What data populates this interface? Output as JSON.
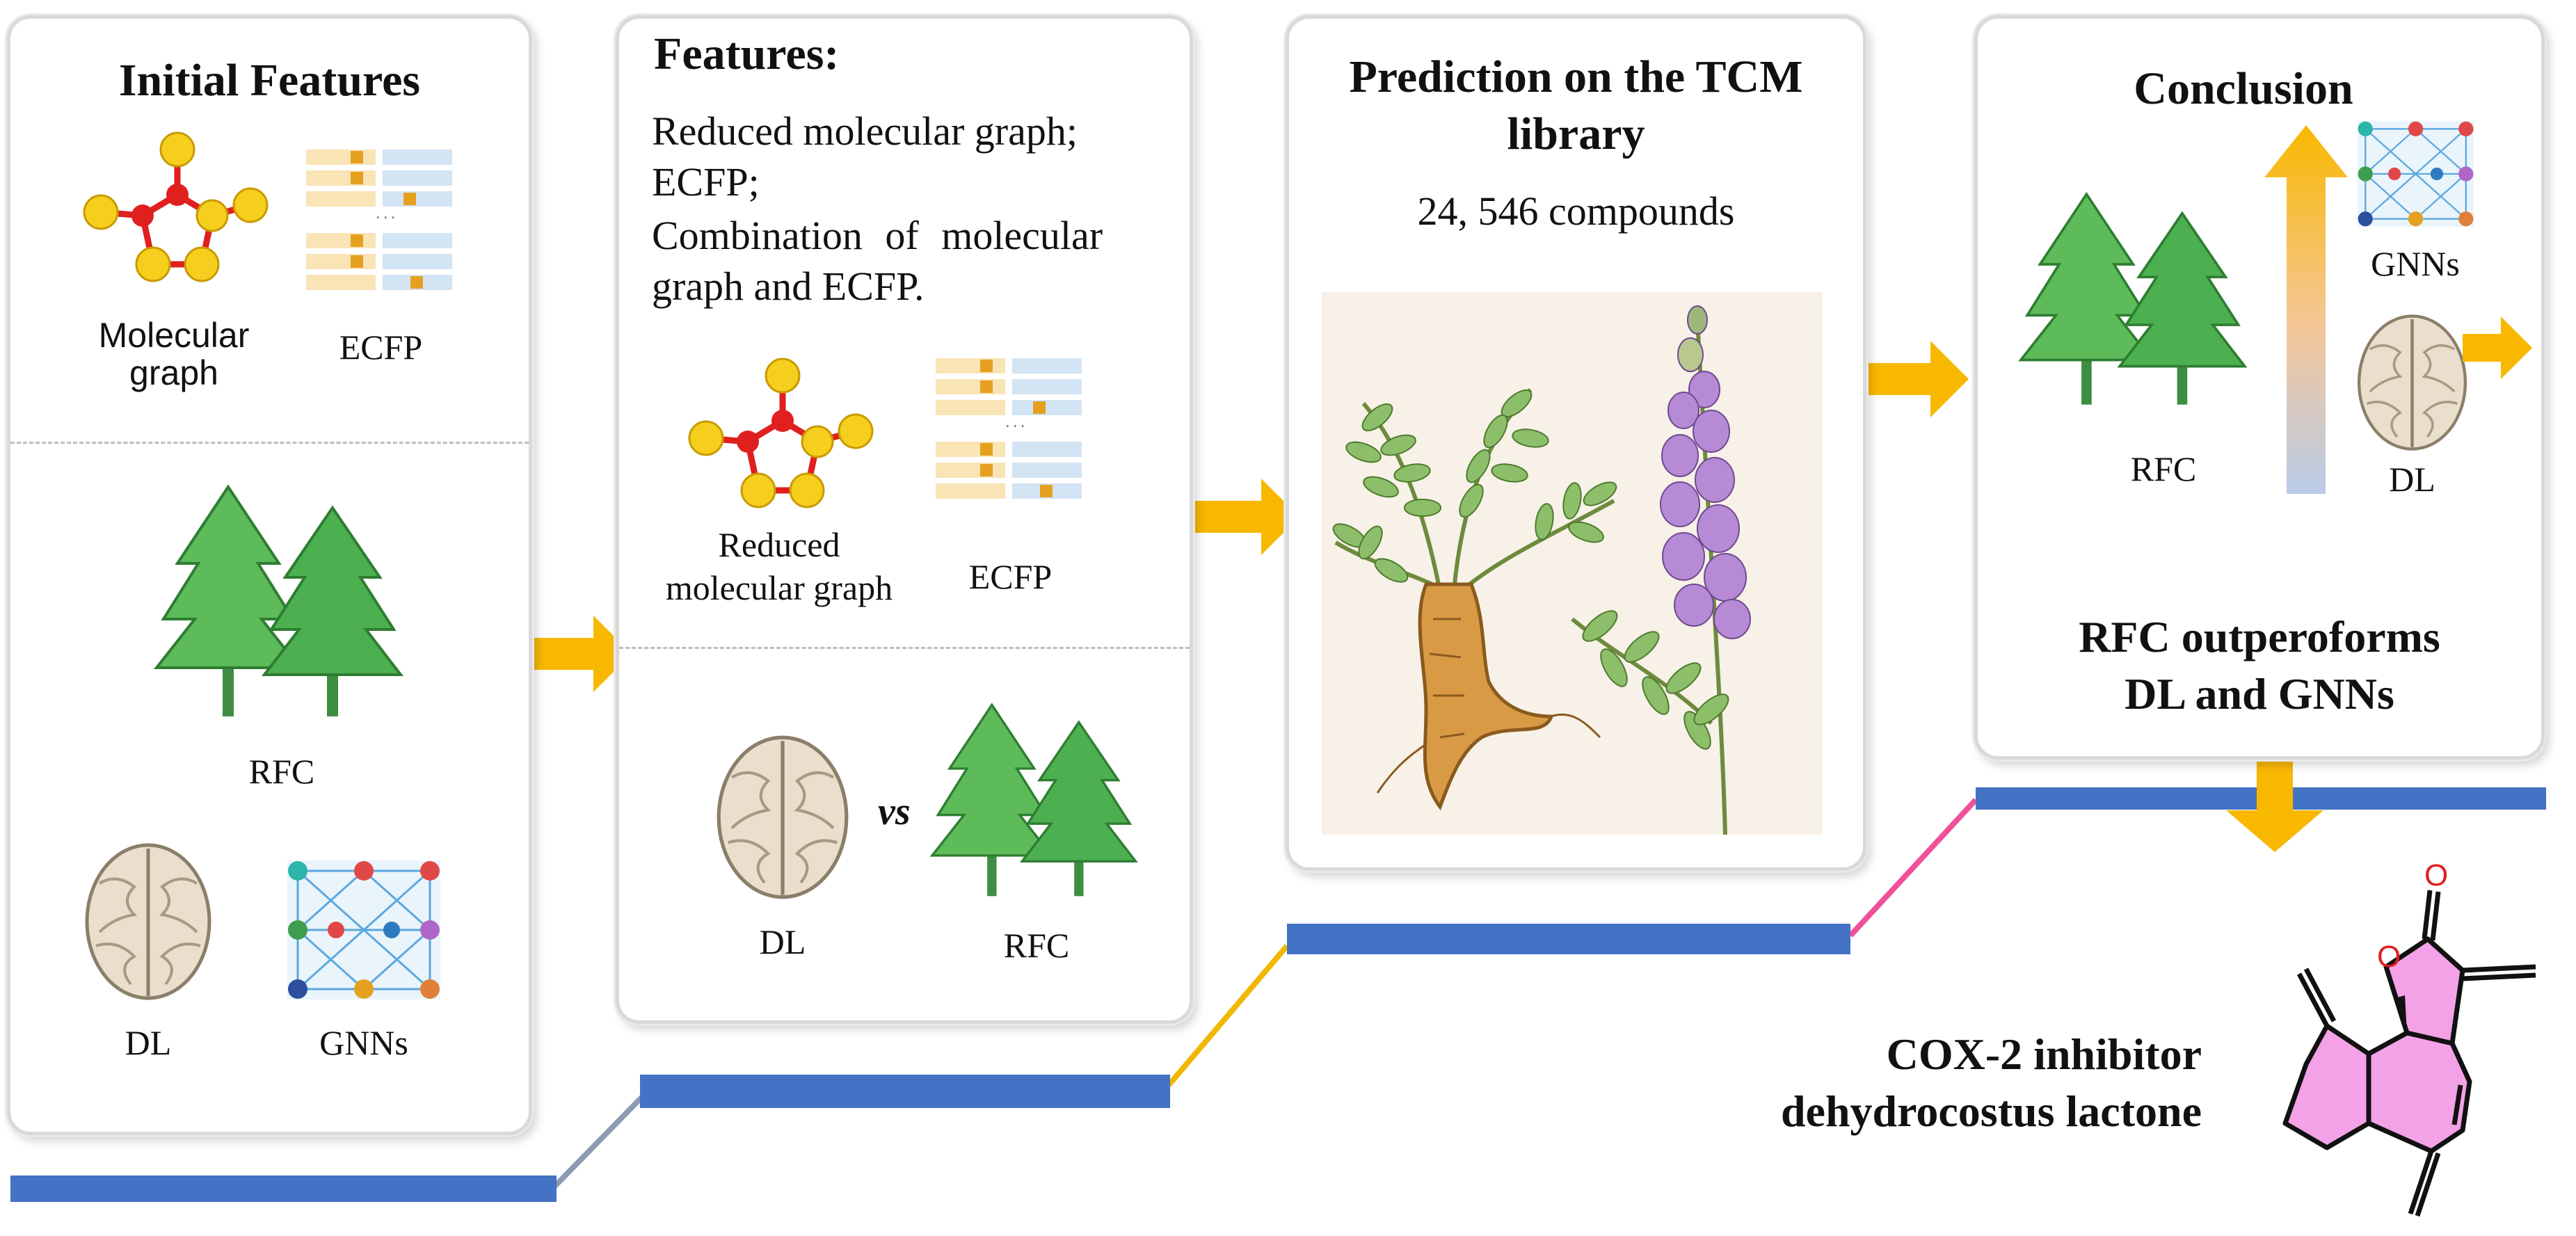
{
  "colors": {
    "arrow": "#F8B800",
    "step_bar": "#4472C4",
    "link_gray": "#8C9BB0",
    "link_yellow": "#F0B800",
    "link_pink": "#F0509A",
    "node_yellow": "#F6CE1E",
    "edge_red": "#E01F1F",
    "tree_green": "#4CAF50",
    "lactone_fill": "#F4A2E8"
  },
  "icons": [
    "molecular-graph-icon",
    "ecfp-bits-icon",
    "forest-icon",
    "brain-icon",
    "gnn-network-icon",
    "herbal-plant-illustration",
    "vertical-gradient-arrow-icon",
    "right-arrow-icon",
    "down-arrow-icon",
    "lactone-structure-icon"
  ],
  "panel1": {
    "title": "Initial Features",
    "molecular_graph_label_1": "Molecular",
    "molecular_graph_label_2": "graph",
    "ecfp_label": "ECFP",
    "rfc_label": "RFC",
    "dl_label": "DL",
    "gnn_label": "GNNs"
  },
  "panel2": {
    "title": "Features:",
    "line1": "Reduced molecular graph;",
    "line2": "ECFP;",
    "line3": "Combination of molecular",
    "line4": "graph and ECFP.",
    "reduced_graph_label_1": "Reduced",
    "reduced_graph_label_2": "molecular graph",
    "ecfp_label": "ECFP",
    "dl_label": "DL",
    "vs_label": "vs",
    "rfc_label": "RFC"
  },
  "panel3": {
    "title_line1": "Prediction on the TCM",
    "title_line2": "library",
    "compounds": "24, 546 compounds"
  },
  "panel4": {
    "title": "Conclusion",
    "gnn_label": "GNNs",
    "rfc_label": "RFC",
    "dl_label": "DL",
    "result_line1": "RFC outperoforms",
    "result_line2": "DL and GNNs"
  },
  "final": {
    "line1": "COX-2 inhibitor",
    "line2": "dehydrocostus lactone",
    "atom_o1": "O",
    "atom_o2": "O"
  }
}
